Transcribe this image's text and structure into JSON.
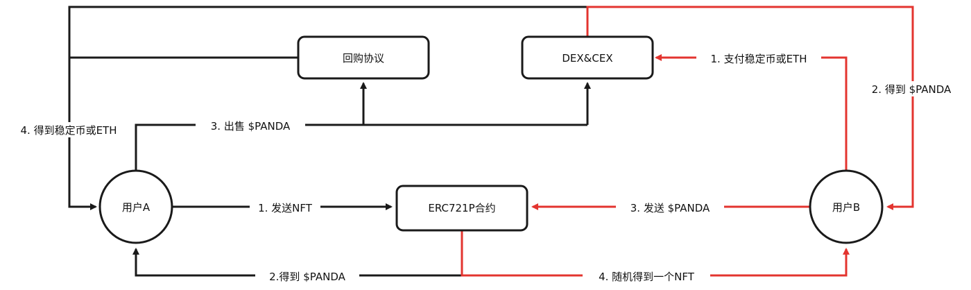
{
  "nodes": {
    "buyback": "回购协议",
    "dex": "DEX&CEX",
    "erc": "ERC721P合约",
    "userA": "用户A",
    "userB": "用户B"
  },
  "edges": {
    "pay_stable": "1. 支付稳定币或ETH",
    "get_panda_b": "2. 得到 $PANDA",
    "sell_panda": "3. 出售 $PANDA",
    "get_stable_a": "4. 得到稳定币或ETH",
    "send_nft": "1. 发送NFT",
    "send_panda": "3. 发送 $PANDA",
    "get_panda_a": "2.得到 $PANDA",
    "random_nft": "4. 随机得到一个NFT"
  },
  "colors": {
    "black_line": "#1a1a1a",
    "red_line": "#e3342f"
  }
}
